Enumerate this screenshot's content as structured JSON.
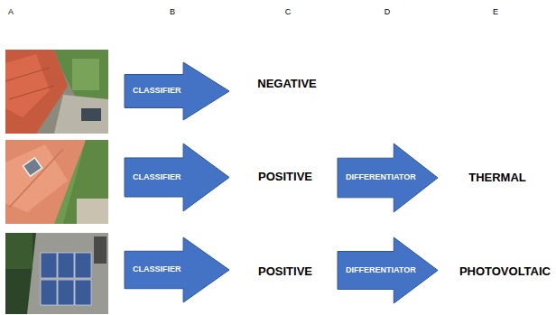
{
  "diagram": {
    "nodes": [
      {
        "text": [
          "CLASSIFIER"
        ]
      },
      {
        "text": [
          "CLASSIFIER"
        ]
      },
      {
        "text": [
          "DIFFERENTIATOR"
        ]
      },
      {
        "text": [
          "CLASSIFIER"
        ]
      },
      {
        "text": [
          "DIFFERENTIATOR"
        ]
      }
    ],
    "labels": [
      "A",
      "B",
      "C",
      "D",
      "E",
      "NEGATIVE",
      "POSITIVE",
      "THERMAL",
      "POSITIVE",
      "PHOTOVOLTAIC"
    ]
  }
}
